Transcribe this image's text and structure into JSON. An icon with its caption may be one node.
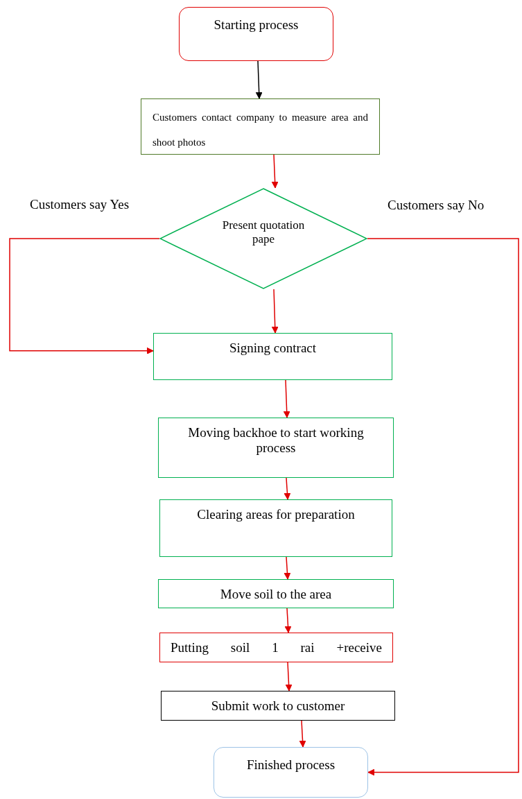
{
  "diagram": {
    "nodes": [
      {
        "text": [
          "Starting process"
        ]
      },
      {
        "text": [
          "Customers contact company to measure area and shoot photos"
        ]
      },
      {
        "text": [
          "Present quotation pape"
        ]
      },
      {
        "text": [
          "Signing contract"
        ]
      },
      {
        "text": [
          "Moving backhoe to start working process"
        ]
      },
      {
        "text": [
          "Clearing areas for preparation"
        ]
      },
      {
        "text": [
          "Move soil to the area"
        ]
      },
      {
        "text": [
          "Putting soil 1 rai +receive"
        ]
      },
      {
        "text": [
          "Submit work to customer"
        ]
      },
      {
        "text": [
          "Finished process"
        ]
      }
    ],
    "edges": [
      {
        "from": 0,
        "to": 1,
        "arrow": "to",
        "color": "#000000"
      },
      {
        "from": 1,
        "to": 2,
        "arrow": "to"
      },
      {
        "from": 2,
        "to": 3,
        "arrow": "to"
      },
      {
        "from": 2,
        "to": 3,
        "arrow": "to"
      },
      {
        "from": 3,
        "to": 4,
        "arrow": "to"
      },
      {
        "from": 4,
        "to": 5,
        "arrow": "to"
      },
      {
        "from": 5,
        "to": 6,
        "arrow": "to"
      },
      {
        "from": 6,
        "to": 7,
        "arrow": "to"
      },
      {
        "from": 7,
        "to": 8,
        "arrow": "to"
      },
      {
        "from": 8,
        "to": 9,
        "arrow": "to"
      },
      {
        "from": 2,
        "to": 9,
        "arrow": "to"
      }
    ],
    "labels": [
      "Customers say Yes",
      "Customers say No"
    ]
  }
}
